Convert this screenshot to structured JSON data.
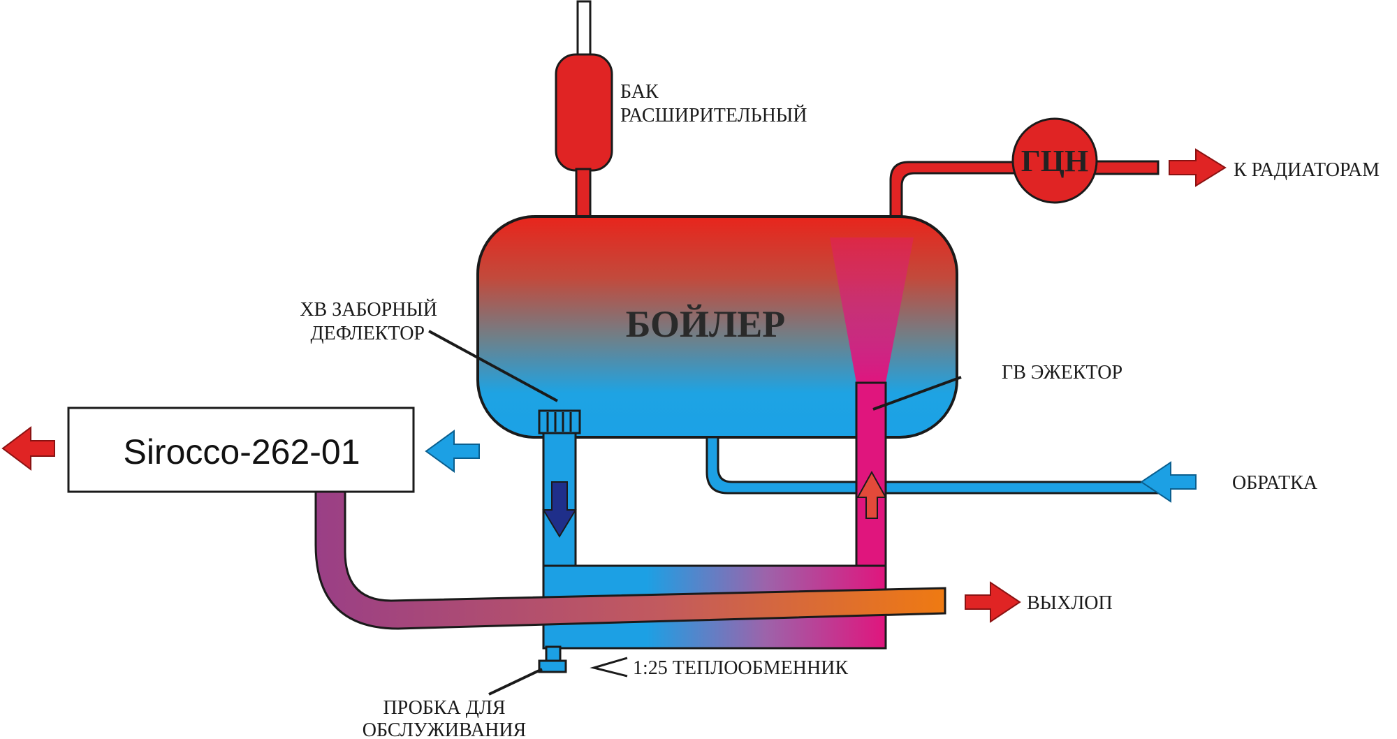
{
  "labels": {
    "expansion_tank": [
      "БАК",
      "РАСШИРИТЕЛЬНЫЙ"
    ],
    "pump": "ГЦН",
    "to_radiators": "К РАДИАТОРАМ",
    "boiler": "БОЙЛЕР",
    "cold_intake_deflector": [
      "ХВ ЗАБОРНЫЙ",
      "ДЕФЛЕКТОР"
    ],
    "hot_ejector": "ГВ ЭЖЕКТОР",
    "heater_unit": "Sirocco-262-01",
    "return": "ОБРАТКА",
    "exhaust": "ВЫХЛОП",
    "heat_exchanger": "1:25  ТЕПЛООБМЕННИК",
    "service_plug": [
      "ПРОБКА ДЛЯ",
      "ОБСЛУЖИВАНИЯ"
    ]
  },
  "colors": {
    "hot": "#e02424",
    "cold": "#1ca0e4",
    "ejector": "#e0157d",
    "exhaust_start": "#9a3f86",
    "exhaust_end": "#ef7a12",
    "down_arrow": "#1f2f8a"
  },
  "icons": [
    "hot-flow-arrow",
    "cold-flow-arrow",
    "down-flow-arrow",
    "up-flow-arrow"
  ]
}
